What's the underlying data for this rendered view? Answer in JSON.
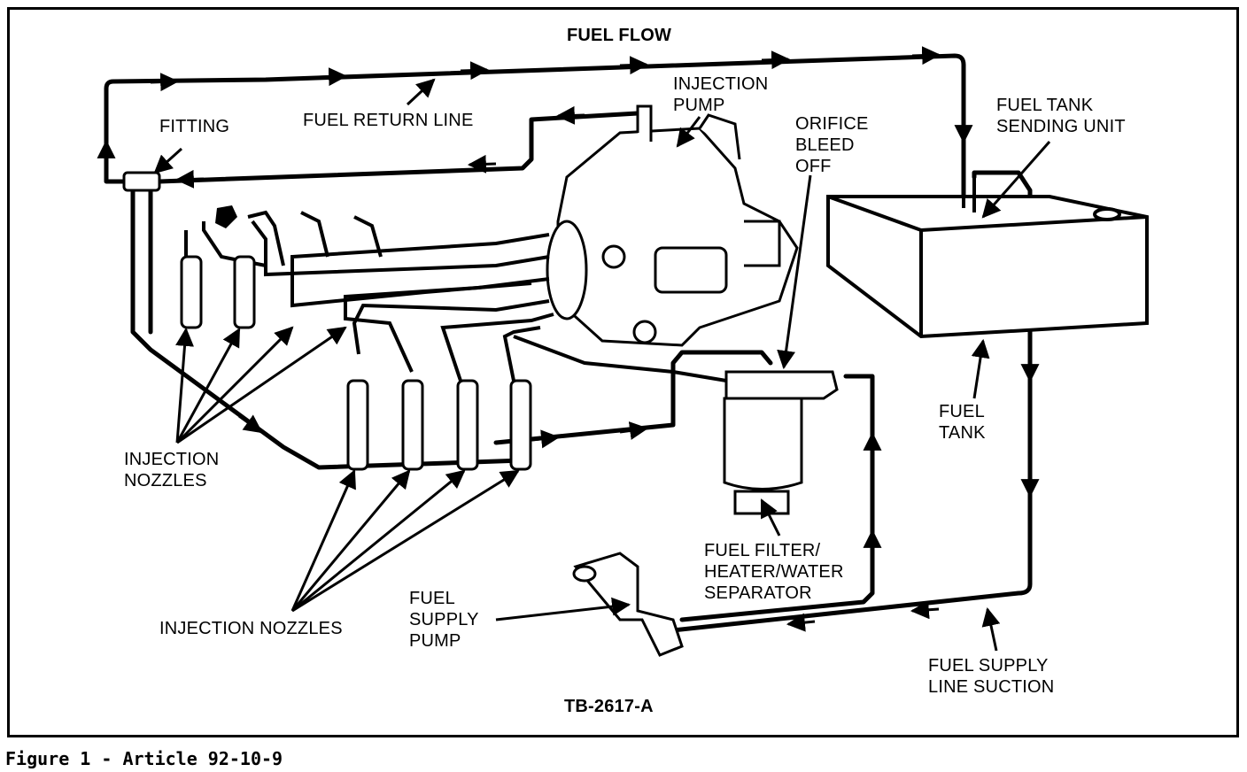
{
  "title": "FUEL FLOW",
  "figure_id": "TB-2617-A",
  "caption": "Figure 1 - Article 92-10-9",
  "labels": {
    "fuel_return_line": "FUEL RETURN LINE",
    "fitting": "FITTING",
    "injection_pump": "INJECTION\nPUMP",
    "orifice_bleed_off": "ORIFICE\nBLEED\nOFF",
    "fuel_tank_sending_unit": "FUEL TANK\nSENDING UNIT",
    "fuel_tank": "FUEL\nTANK",
    "injection_nozzles_left": "INJECTION\nNOZZLES",
    "injection_nozzles_bottom": "INJECTION NOZZLES",
    "fuel_filter": "FUEL FILTER/\nHEATER/WATER\nSEPARATOR",
    "fuel_supply_pump": "FUEL\nSUPPLY\nPUMP",
    "fuel_supply_line_suction": "FUEL SUPPLY\nLINE SUCTION"
  }
}
